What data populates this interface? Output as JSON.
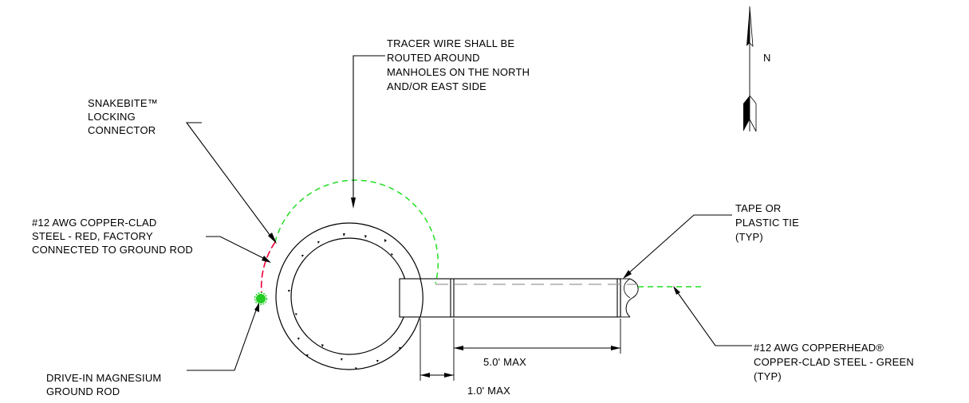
{
  "labels": {
    "tracer_note": [
      "TRACER WIRE SHALL BE",
      "ROUTED AROUND",
      "MANHOLES ON THE NORTH",
      "AND/OR EAST SIDE"
    ],
    "connector": [
      "SNAKEBITE™",
      "LOCKING",
      "CONNECTOR"
    ],
    "red_wire": [
      "#12 AWG COPPER-CLAD",
      "STEEL - RED, FACTORY",
      "CONNECTED TO GROUND ROD"
    ],
    "ground_rod": [
      "DRIVE-IN MAGNESIUM",
      "GROUND ROD"
    ],
    "tape_tie": [
      "TAPE OR",
      "PLASTIC TIE",
      "(TYP)"
    ],
    "green_wire": [
      "#12 AWG COPPERHEAD®",
      "COPPER-CLAD STEEL - GREEN",
      "(TYP)"
    ],
    "north": "N",
    "dim_5ft": "5.0' MAX",
    "dim_1ft": "1.0' MAX"
  },
  "colors": {
    "green_wire": "#22dd22",
    "red_wire": "#e8003a",
    "ground_rod": "#22cc22",
    "line": "#000000",
    "dashed_line": "#999999"
  }
}
